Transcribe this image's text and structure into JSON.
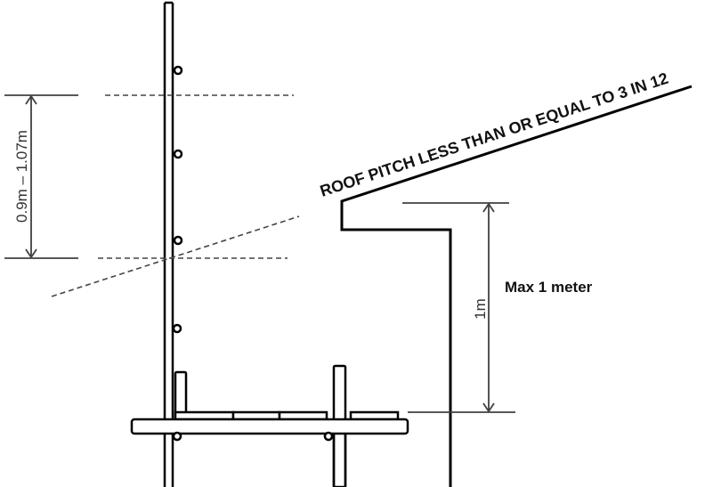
{
  "diagram": {
    "title": "Guardrail requirements near low-pitch roof edge",
    "labels": {
      "roof_pitch": "ROOF PITCH LESS THAN OR EQUAL TO 3 IN 12",
      "guardrail_height": "0.9m – 1.07m",
      "gap_dimension": "1m",
      "gap_note": "Max 1 meter"
    },
    "colors": {
      "structure": "#000000",
      "dimension": "#404040",
      "background": "#ffffff"
    },
    "elements": [
      "scaffold-post-left",
      "scaffold-post-right",
      "scaffold-platform",
      "toe-board",
      "guardrail-level-top-dashed",
      "guardrail-level-mid-dashed",
      "roof-slope-projection-dashed",
      "roof-edge-parapet",
      "building-wall"
    ]
  }
}
